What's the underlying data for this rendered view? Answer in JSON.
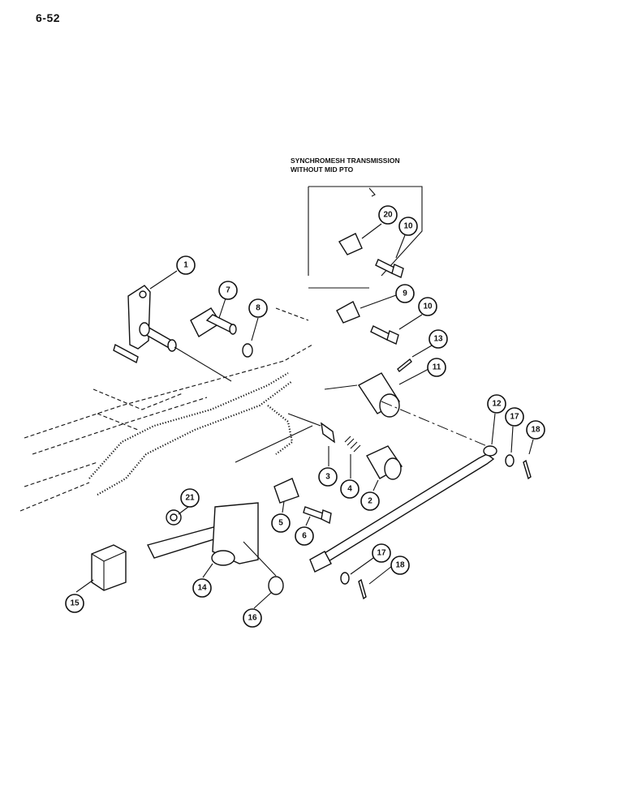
{
  "page": {
    "number": "6-52"
  },
  "note": {
    "line1": "SYNCHROMESH TRANSMISSION",
    "line2": "WITHOUT MID PTO"
  },
  "callouts": {
    "c1": "1",
    "c2": "2",
    "c3": "3",
    "c4": "4",
    "c5": "5",
    "c6": "6",
    "c7": "7",
    "c8": "8",
    "c9": "9",
    "c10a": "10",
    "c10b": "10",
    "c11": "11",
    "c12": "12",
    "c13": "13",
    "c14": "14",
    "c15": "15",
    "c16": "16",
    "c17a": "17",
    "c17b": "17",
    "c18a": "18",
    "c18b": "18",
    "c20": "20",
    "c21": "21"
  }
}
